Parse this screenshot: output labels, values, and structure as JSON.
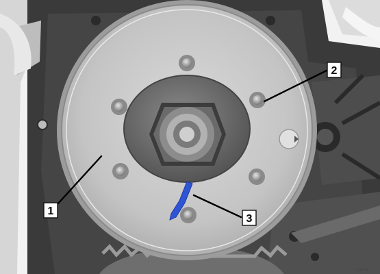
{
  "callouts": {
    "one": "1",
    "two": "2",
    "three": "3"
  },
  "figure_id": "10178",
  "colors": {
    "highlight": "#2f55d4",
    "housing": "#3b3b3b",
    "plate": "#c9c9c9"
  }
}
